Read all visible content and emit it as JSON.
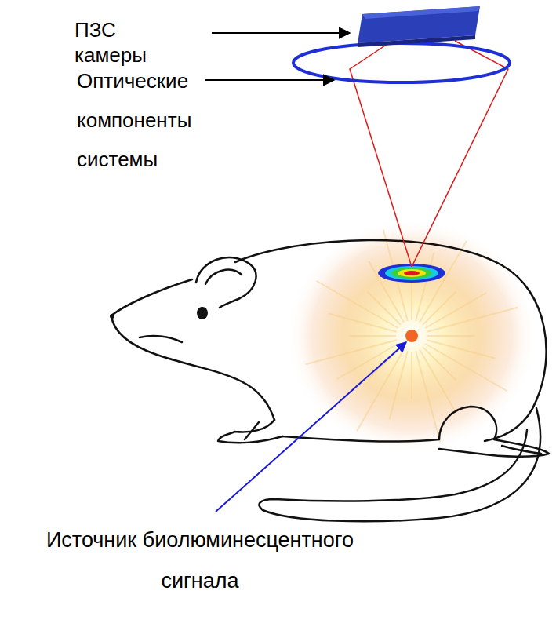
{
  "diagram": {
    "labels": [
      "ПЗС камеры",
      "Оптические компоненты системы",
      "Источник биолюминесцентного сигнала"
    ]
  }
}
